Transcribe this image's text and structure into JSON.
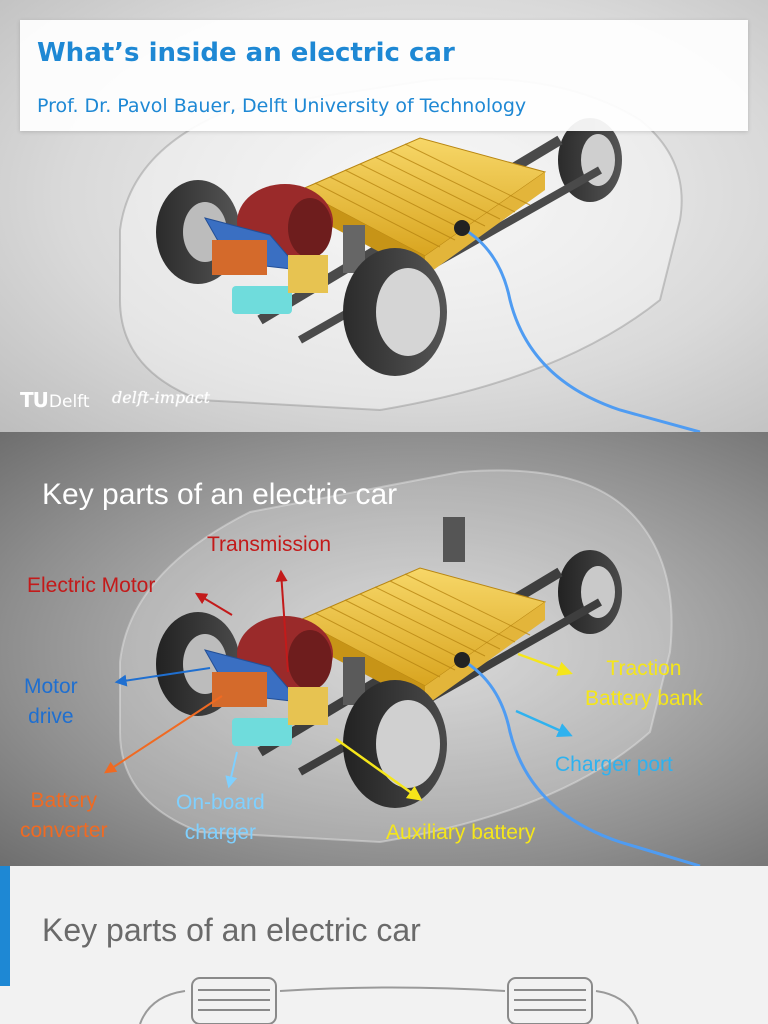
{
  "slide1": {
    "title": "What’s inside an electric car",
    "subtitle": "Prof. Dr. Pavol Bauer, Delft University of Technology",
    "logo_tu": "TU",
    "logo_delft": "Delft",
    "logo_script": "delft-impact"
  },
  "slide2": {
    "title": "Key parts of an electric car",
    "labels": {
      "transmission": "Transmission",
      "electric_motor": "Electric Motor",
      "motor_drive_1": "Motor",
      "motor_drive_2": "drive",
      "battery_converter_1": "Battery",
      "battery_converter_2": "converter",
      "onboard_charger_1": "On-board",
      "onboard_charger_2": "charger",
      "traction_battery_1": "Traction",
      "traction_battery_2": "Battery bank",
      "charger_port": "Charger port",
      "auxiliary_battery": "Auxiliary battery"
    },
    "colors": {
      "red": "#c31a1a",
      "blue": "#1f6fd0",
      "orange": "#f06a22",
      "cyan": "#2fb2ef",
      "yellow": "#f5e61a"
    }
  },
  "slide3": {
    "title": "Key parts of an electric car"
  }
}
